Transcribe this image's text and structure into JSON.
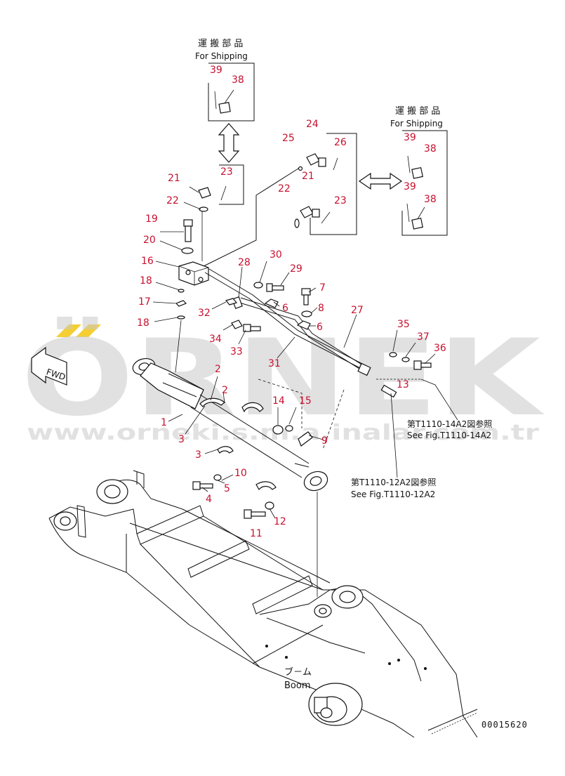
{
  "shipping_boxes": [
    {
      "jp": "運 搬 部 品",
      "en": "For Shipping"
    },
    {
      "jp": "運 搬 部 品",
      "en": "For Shipping"
    }
  ],
  "refs": [
    {
      "jp": "第T1110-14A2図参照",
      "en": "See Fig.T1110-14A2"
    },
    {
      "jp": "第T1110-12A2図参照",
      "en": "See Fig.T1110-12A2"
    }
  ],
  "boom": {
    "jp": "ブ－ム",
    "en": "Boom"
  },
  "fwd": "FWD",
  "drawing_no": "00015620",
  "watermark": {
    "brand": "ÖRNEK",
    "url": "www.orneki.s.m.a.inalar.com.tr"
  },
  "colors": {
    "callout": "#c8102e",
    "line": "#111111",
    "watermark": "#c9c9c9",
    "accent": "#f2c200"
  },
  "callouts": [
    "39",
    "38",
    "23",
    "24",
    "25",
    "26",
    "21",
    "21",
    "22",
    "22",
    "23",
    "39",
    "38",
    "39",
    "38",
    "19",
    "20",
    "16",
    "30",
    "29",
    "28",
    "7",
    "18",
    "17",
    "8",
    "18",
    "32",
    "6",
    "6",
    "27",
    "35",
    "37",
    "34",
    "33",
    "36",
    "31",
    "13",
    "2",
    "2",
    "14",
    "15",
    "1",
    "3",
    "9",
    "3",
    "10",
    "5",
    "4",
    "12",
    "11"
  ]
}
